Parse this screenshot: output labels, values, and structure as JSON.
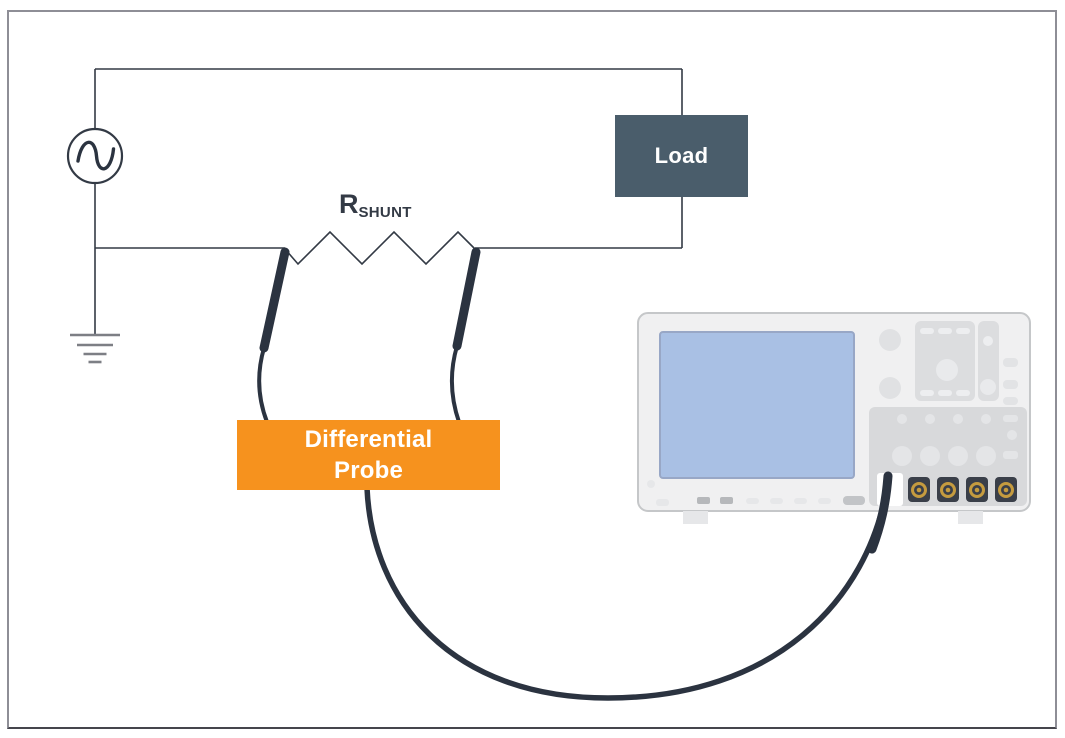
{
  "circuit": {
    "shunt_label": {
      "main": "R",
      "sub": "SHUNT"
    },
    "load_label": "Load",
    "probe_label": "Differential\nProbe"
  },
  "icons": {
    "ac_source": "sine-wave-icon",
    "ground": "ground-icon",
    "resistor": "zigzag-resistor-icon",
    "scope_inputs": "bnc-connector-icon"
  },
  "colors": {
    "wire": "#333A45",
    "cable_black": "#2B3340",
    "probe_orange": "#F6921E",
    "load_slate": "#4A5D6B",
    "scope_body": "#F0F0F1",
    "scope_panel": "#D9DADC",
    "scope_screen_blue": "#A9C0E4",
    "bnc_dark": "#3A3F49",
    "bnc_gold": "#C59B3F",
    "ground_gray": "#7D7F85",
    "frame_border": "#8E8E96"
  }
}
